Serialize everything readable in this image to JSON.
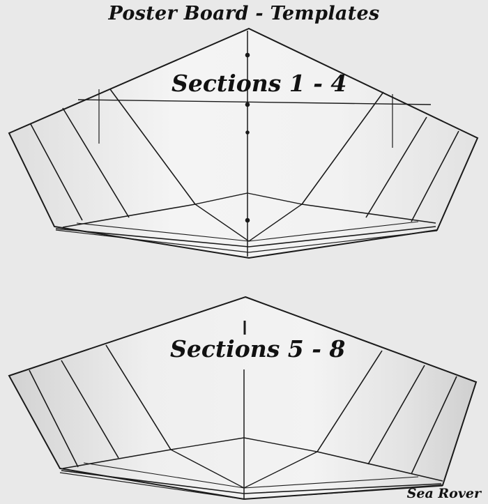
{
  "title": "Poster Board - Templates",
  "templates": [
    {
      "label": "Sections 1 - 4"
    },
    {
      "label": "Sections 5 - 8"
    }
  ],
  "credit": "Sea Rover",
  "colors": {
    "background": "#e9e9e9",
    "board": "#f3f3f3",
    "board_shade": "#dcdcdc",
    "line": "#1a1a1a"
  }
}
